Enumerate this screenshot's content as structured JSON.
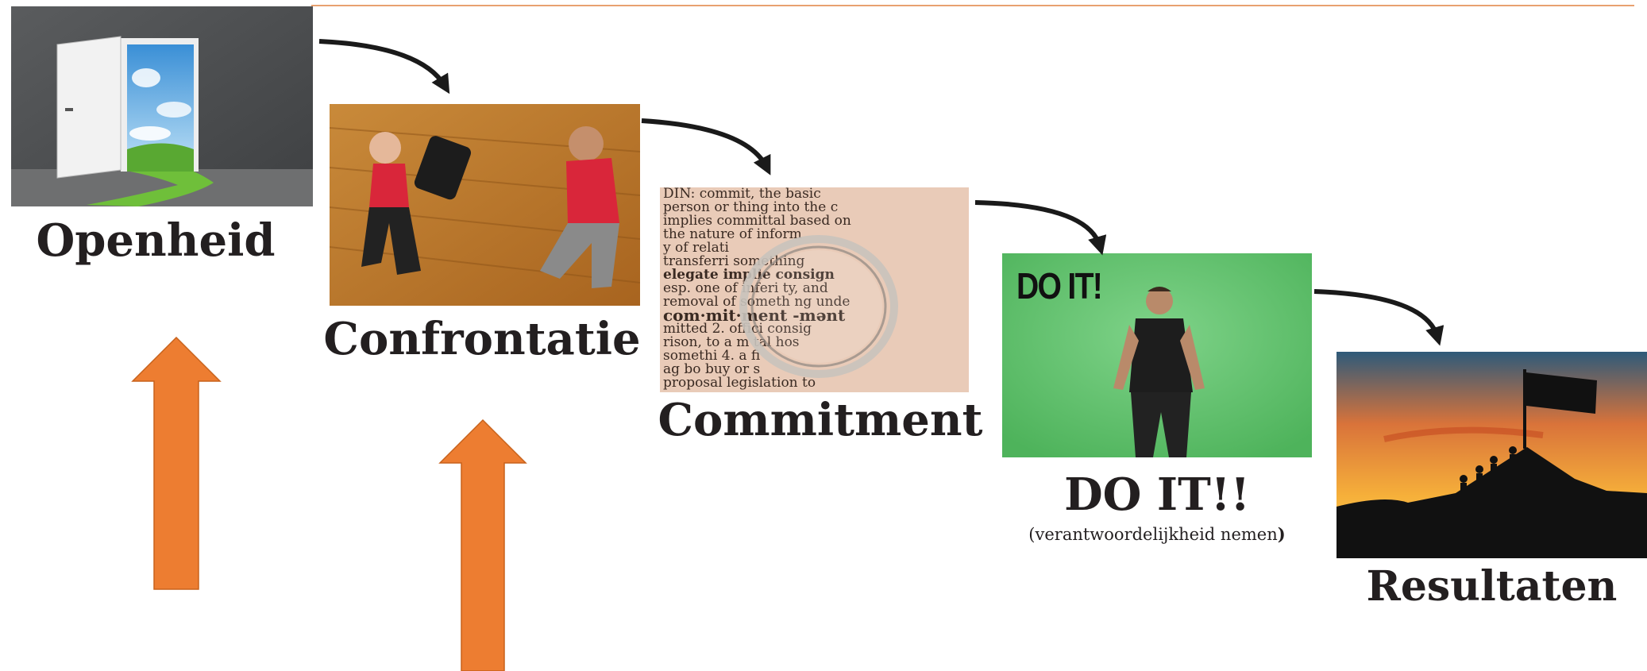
{
  "steps": [
    {
      "label": "Openheid",
      "image": "open-door-image"
    },
    {
      "label": "Confrontatie",
      "image": "boxing-training-image"
    },
    {
      "label": "Commitment",
      "image": "dictionary-ring-image"
    },
    {
      "label": "DO IT!!",
      "image": "do-it-greenscreen-image"
    },
    {
      "label": "Resultaten",
      "image": "mountain-summit-image"
    }
  ],
  "do_it_caption": "DO IT!",
  "do_it_sub_open": "(verantwoordelijkheid nemen",
  "do_it_sub_close": ")",
  "dictionary_lines": [
    "DIN: commit, the basic",
    "person or thing into the c",
    "implies committal based on",
    "the nature of inform",
    "y of relati",
    "transferri something",
    "elegate implie consign",
    "esp. one of inferi ty, and",
    "removal of someth ng unde",
    "com·mit·ment -mənt",
    "mitted 2. offici consig",
    "rison, to a m tal hos",
    "somethi 4. a fi",
    "ag bo buy or s",
    "proposal legislation to"
  ],
  "colors": {
    "accent_orange": "#ed7d31",
    "top_line": "#e8a170",
    "text_dark": "#231f20",
    "greenscreen": "#5ec06a"
  }
}
